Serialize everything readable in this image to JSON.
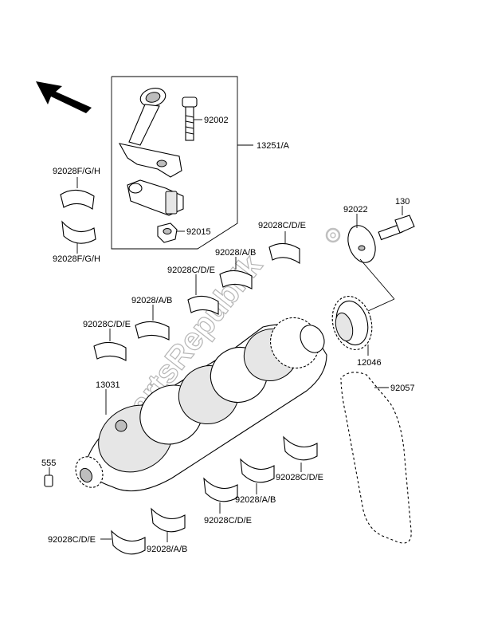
{
  "watermark": "PartsRepublik",
  "callouts": [
    {
      "id": "92002",
      "text": "92002"
    },
    {
      "id": "13251A",
      "text": "13251/A"
    },
    {
      "id": "92015",
      "text": "92015"
    },
    {
      "id": "92028FGH_top",
      "text": "92028F/G/H"
    },
    {
      "id": "92028FGH_bot",
      "text": "92028F/G/H"
    },
    {
      "id": "92022",
      "text": "92022"
    },
    {
      "id": "130",
      "text": "130"
    },
    {
      "id": "92028CDE_1",
      "text": "92028C/D/E"
    },
    {
      "id": "92028AB_1",
      "text": "92028/A/B"
    },
    {
      "id": "92028CDE_2",
      "text": "92028C/D/E"
    },
    {
      "id": "92028AB_2",
      "text": "92028/A/B"
    },
    {
      "id": "92028CDE_3",
      "text": "92028C/D/E"
    },
    {
      "id": "12046",
      "text": "12046"
    },
    {
      "id": "13031",
      "text": "13031"
    },
    {
      "id": "92057",
      "text": "92057"
    },
    {
      "id": "555",
      "text": "555"
    },
    {
      "id": "92028CDE_4",
      "text": "92028C/D/E"
    },
    {
      "id": "92028AB_3",
      "text": "92028/A/B"
    },
    {
      "id": "92028CDE_5",
      "text": "92028C/D/E"
    },
    {
      "id": "92028CDE_6",
      "text": "92028C/D/E"
    },
    {
      "id": "92028AB_4",
      "text": "92028/A/B"
    }
  ]
}
